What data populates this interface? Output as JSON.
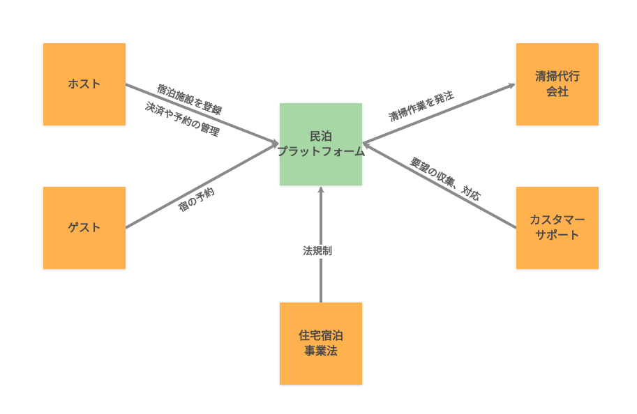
{
  "nodes": {
    "host": {
      "lines": [
        "ホスト"
      ],
      "color": "#ffb14d"
    },
    "guest": {
      "lines": [
        "ゲスト"
      ],
      "color": "#ffb14d"
    },
    "platform": {
      "lines": [
        "民泊",
        "プラットフォーム"
      ],
      "color": "#a7d7a4"
    },
    "cleaning": {
      "lines": [
        "清掃代行",
        "会社"
      ],
      "color": "#ffb14d"
    },
    "support": {
      "lines": [
        "カスタマー",
        "サポート"
      ],
      "color": "#ffb14d"
    },
    "law": {
      "lines": [
        "住宅宿泊",
        "事業法"
      ],
      "color": "#ffb14d"
    }
  },
  "edges": {
    "host_platform": {
      "line1": "宿泊施設を登録",
      "line2": "決済や予約の管理"
    },
    "guest_platform": {
      "label": "宿の予約"
    },
    "platform_cleaning": {
      "label": "清掃作業を発注"
    },
    "support_platform": {
      "label": "要望の収集、対応"
    },
    "law_platform": {
      "label": "法規制"
    }
  },
  "colors": {
    "arrow": "#8a8a8a",
    "text": "#4a4a4a"
  }
}
